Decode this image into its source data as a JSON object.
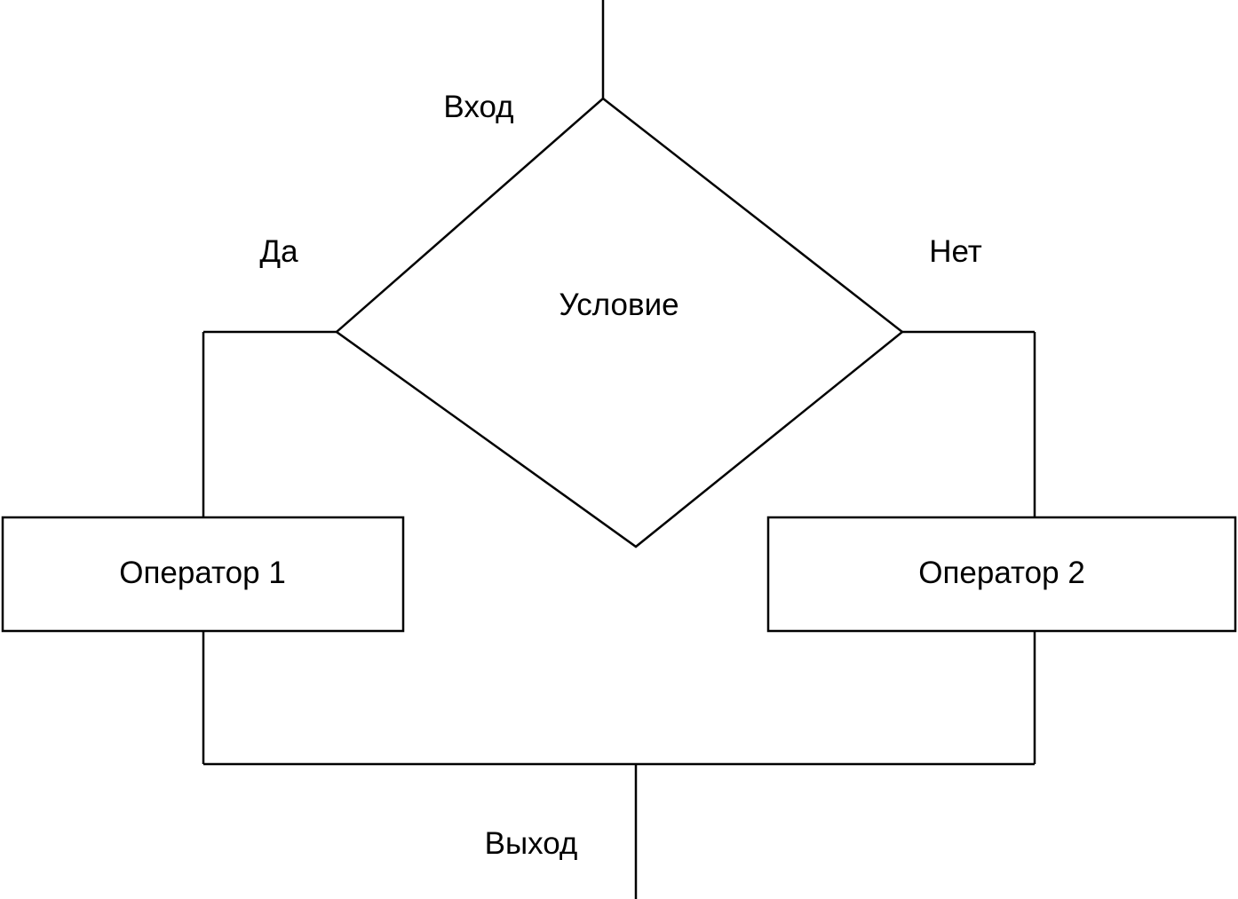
{
  "diagram": {
    "entry_label": "Вход",
    "condition_label": "Условие",
    "yes_label": "Да",
    "no_label": "Нет",
    "operator1_label": "Оператор 1",
    "operator2_label": "Оператор 2",
    "exit_label": "Выход"
  }
}
